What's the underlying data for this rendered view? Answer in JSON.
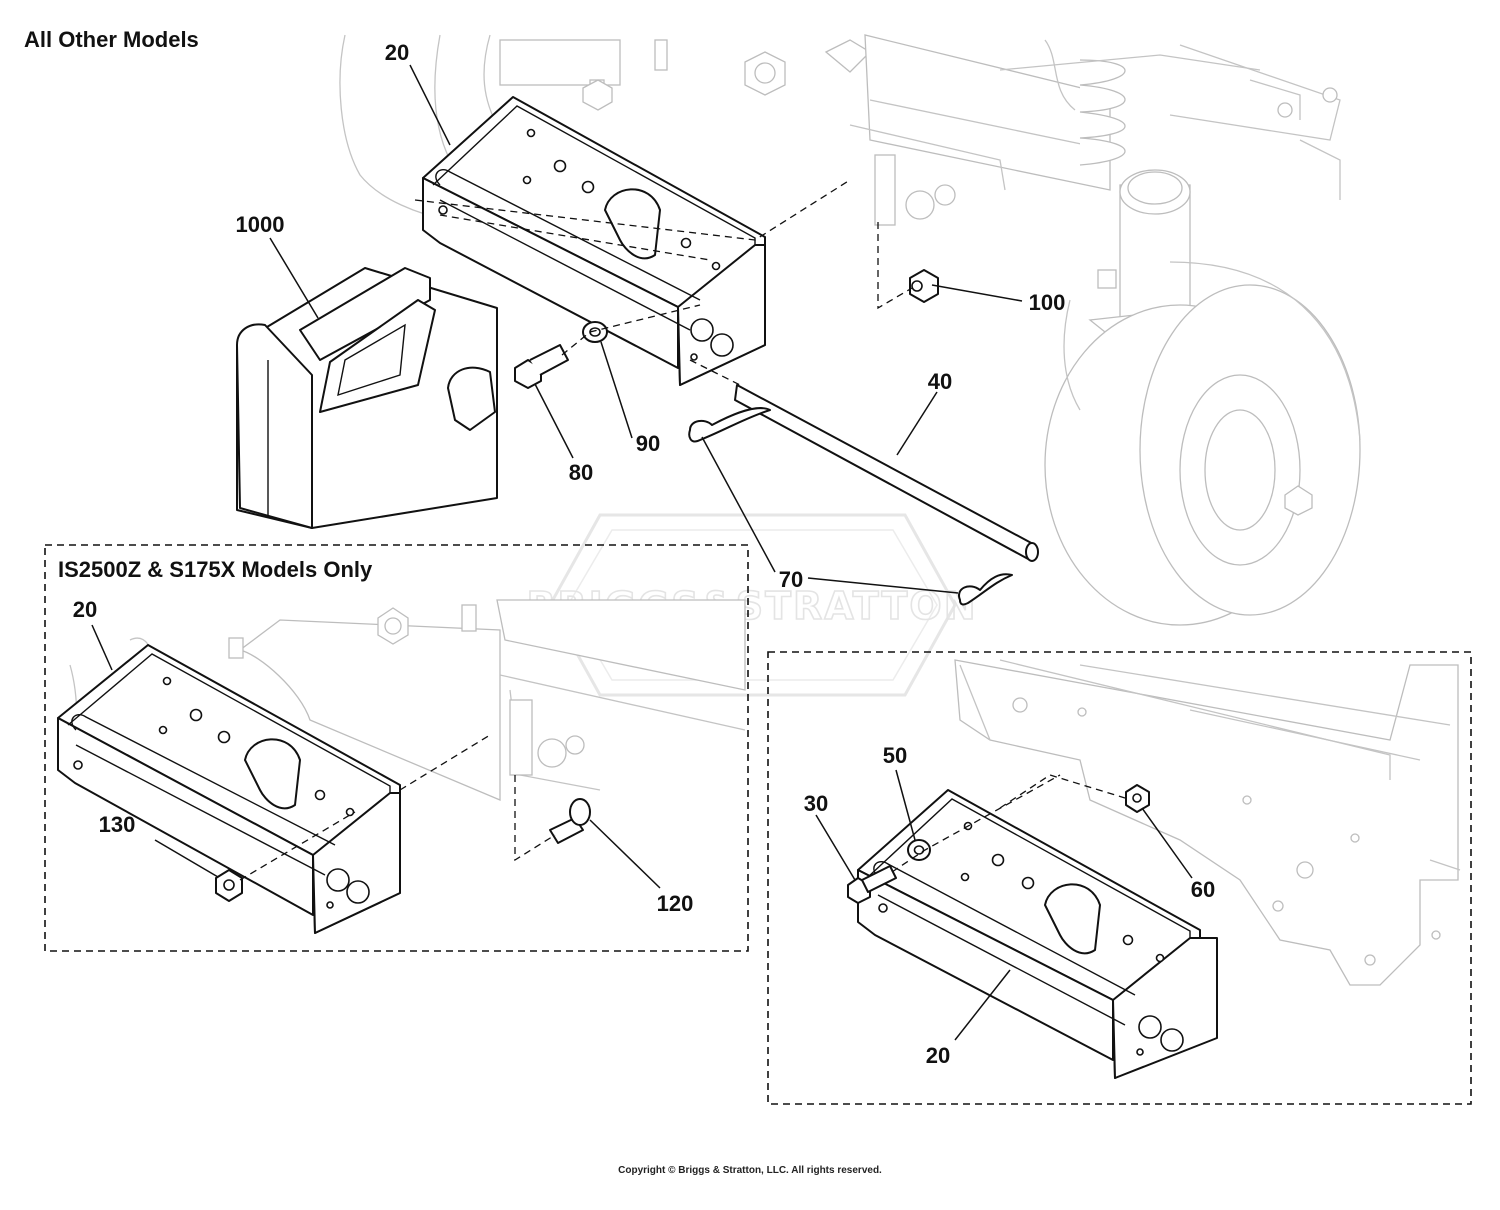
{
  "headings": {
    "main": "All Other Models",
    "inset": "IS2500Z & S175X Models Only"
  },
  "watermark": "BRIGGS&STRATTON",
  "copyright": "Copyright © Briggs & Stratton, LLC. All rights reserved.",
  "callouts": {
    "c20_top": "20",
    "c1000": "1000",
    "c100": "100",
    "c40": "40",
    "c90": "90",
    "c80": "80",
    "c70": "70",
    "c20_inset": "20",
    "c130": "130",
    "c120": "120",
    "c50": "50",
    "c30": "30",
    "c60": "60",
    "c20_right": "20"
  },
  "colors": {
    "line": "#111111",
    "background_art": "#bdbdbd",
    "watermark": "#e4e4e4"
  }
}
